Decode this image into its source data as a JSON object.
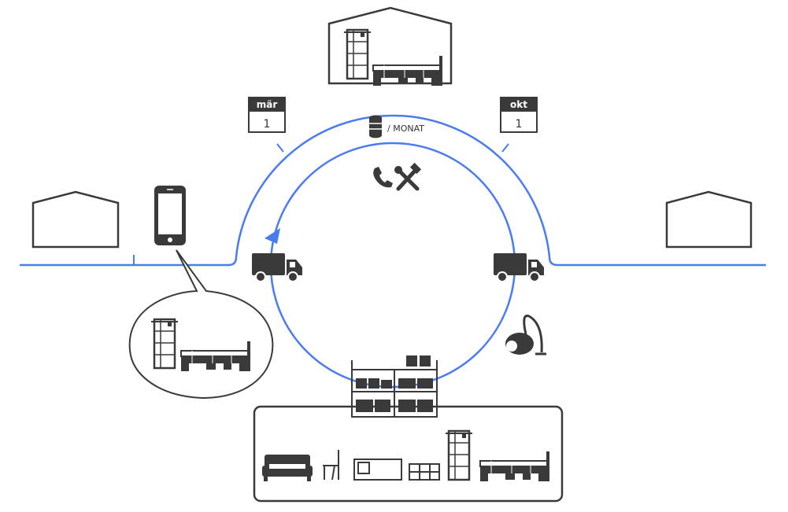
{
  "calendar_start": {
    "month": "mär",
    "day": "1"
  },
  "calendar_end": {
    "month": "okt",
    "day": "1"
  },
  "monthly_fee": {
    "label": "/ MONAT"
  },
  "icons": {
    "coins": "database-coins-icon",
    "phone": "phone-icon",
    "tools": "tools-icon",
    "truck": "truck-icon",
    "vacuum": "vacuum-cleaner-icon",
    "smartphone": "smartphone-icon"
  },
  "colors": {
    "line": "#4a7bf0",
    "ink": "#3a3a3a"
  }
}
